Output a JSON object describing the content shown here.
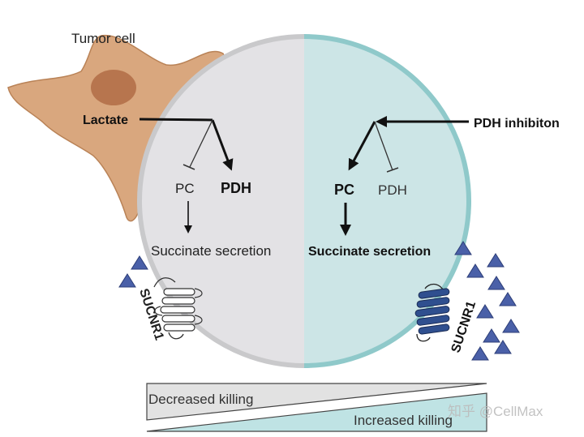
{
  "labels": {
    "tumor_cell": "Tumor cell",
    "lactate": "Lactate",
    "pc_left": "PC",
    "pdh_left": "PDH",
    "succinate_left": "Succinate secretion",
    "sucnr1_left": "SUCNR1",
    "pdh_inhibitor": "PDH inhibiton",
    "pc_right": "PC",
    "pdh_right": "PDH",
    "succinate_right": "Succinate secretion",
    "sucnr1_right": "SUCNR1"
  },
  "bars": {
    "decreased": "Decreased killing",
    "increased": "Increased killing"
  },
  "watermark": "知乎 @CellMax",
  "colors": {
    "tumor_fill": "#d9a77e",
    "tumor_stroke": "#b98256",
    "nucleus": "#b7754e",
    "left_half": "#e3e2e5",
    "right_half": "#cce5e6",
    "left_border": "#c9c9cb",
    "right_border": "#8fc9ca",
    "triangle": "#4a60a8",
    "receptor_right": "#2f4f8f",
    "bar_gray": "#e2e2e2",
    "bar_teal": "#bfe3e4"
  }
}
